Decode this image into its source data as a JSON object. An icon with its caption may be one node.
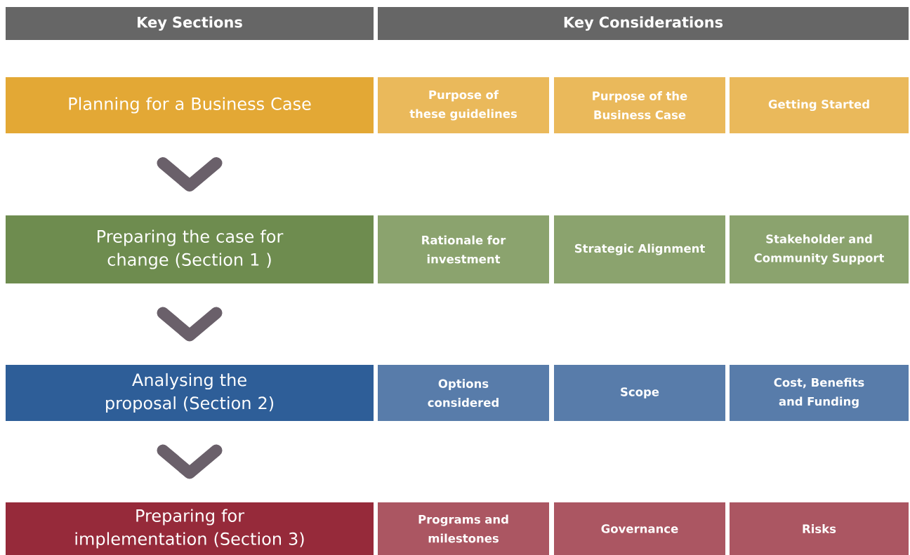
{
  "diagram": {
    "nodes": [
      {
        "text": [
          "Key Sections"
        ]
      },
      {
        "text": [
          "Key Considerations"
        ]
      },
      {
        "text": [
          "Planning for a Business Case"
        ]
      },
      {
        "text": [
          "Purpose of these guidelines"
        ]
      },
      {
        "text": [
          "Purpose of the Business Case"
        ]
      },
      {
        "text": [
          "Getting Started"
        ]
      },
      {
        "text": [
          "Preparing the case for change (Section 1 )"
        ]
      },
      {
        "text": [
          "Rationale for investment"
        ]
      },
      {
        "text": [
          "Strategic Alignment"
        ]
      },
      {
        "text": [
          "Stakeholder and Community Support"
        ]
      },
      {
        "text": [
          "Analysing the proposal (Section 2)"
        ]
      },
      {
        "text": [
          "Options considered"
        ]
      },
      {
        "text": [
          "Scope"
        ]
      },
      {
        "text": [
          "Cost, Benefits and Funding"
        ]
      },
      {
        "text": [
          "Preparing for implementation (Section 3)"
        ]
      },
      {
        "text": [
          "Programs and milestones"
        ]
      },
      {
        "text": [
          "Governance"
        ]
      },
      {
        "text": [
          "Risks"
        ]
      }
    ],
    "edges": [
      {
        "from": 2,
        "to": 6,
        "arrow": "to"
      },
      {
        "from": 6,
        "to": 10,
        "arrow": "to"
      },
      {
        "from": 10,
        "to": 14,
        "arrow": "to"
      }
    ]
  }
}
